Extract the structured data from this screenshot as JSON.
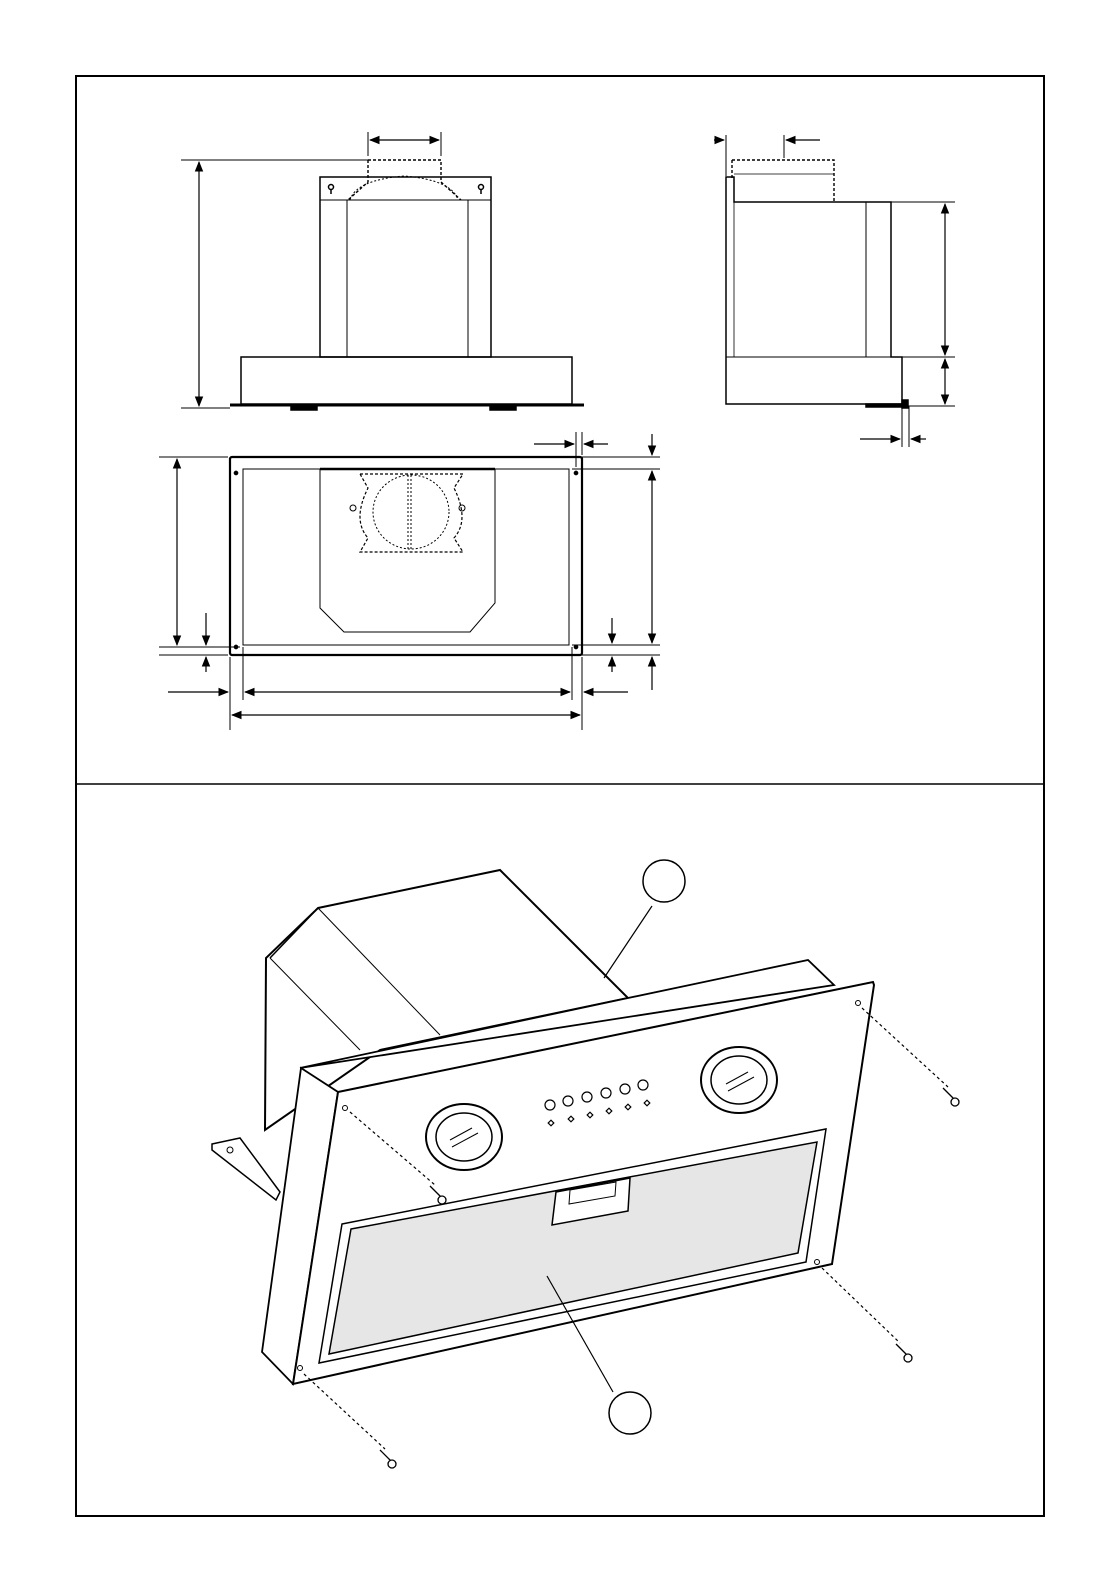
{
  "page": {
    "line_color": "#000000",
    "fill_color": "#ffffff",
    "filter_fill_color": "#e6e6e6"
  },
  "dimension_drawing": {
    "views": [
      "front-view",
      "side-view",
      "bottom-view"
    ]
  },
  "assembly_drawing": {
    "callout_a_label": "",
    "callout_b_label": "",
    "control_buttons": 6,
    "lamps": 2,
    "fixing_screws": 4
  }
}
